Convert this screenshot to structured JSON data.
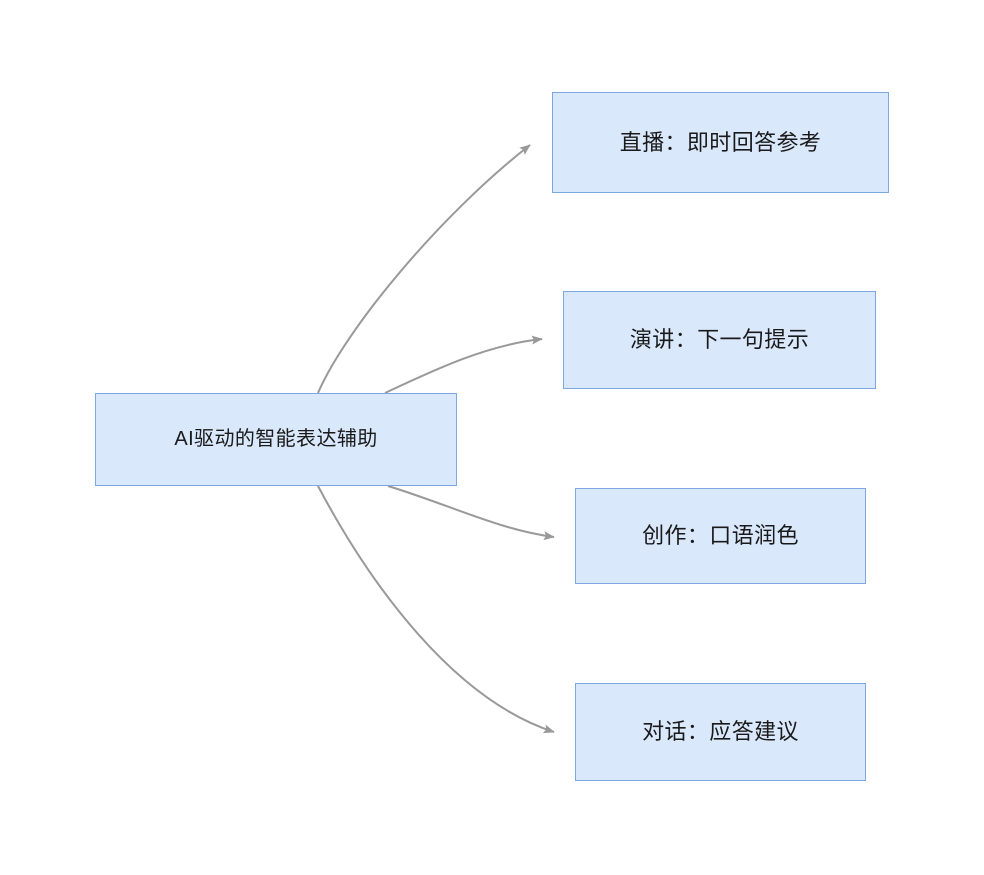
{
  "diagram": {
    "type": "mind-map",
    "background_color": "#ffffff",
    "node_fill_color": "#dae8fc",
    "node_border_color": "#7ea6e0",
    "node_text_color": "#1a1a1a",
    "edge_color": "#999999",
    "arrowhead_color": "#999999",
    "root": {
      "id": "root",
      "label": "AI驱动的智能表达辅助"
    },
    "children": [
      {
        "id": "child-0",
        "label": "直播：即时回答参考"
      },
      {
        "id": "child-1",
        "label": "演讲：下一句提示"
      },
      {
        "id": "child-2",
        "label": "创作：口语润色"
      },
      {
        "id": "child-3",
        "label": "对话：应答建议"
      }
    ],
    "edges": [
      {
        "id": "edge-0",
        "from": "root",
        "to": "child-0"
      },
      {
        "id": "edge-1",
        "from": "root",
        "to": "child-1"
      },
      {
        "id": "edge-2",
        "from": "root",
        "to": "child-2"
      },
      {
        "id": "edge-3",
        "from": "root",
        "to": "child-3"
      }
    ]
  }
}
